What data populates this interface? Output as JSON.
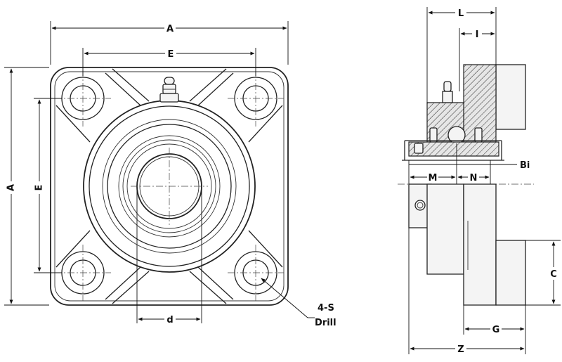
{
  "front_view": {
    "dim_A_width": "A",
    "dim_E_width": "E",
    "dim_A_height": "A",
    "dim_E_height": "E",
    "dim_d_bore": "d",
    "callout_holes": "4-S",
    "callout_drill": "Drill"
  },
  "side_view": {
    "dim_L": "L",
    "dim_I": "I",
    "dim_Bi": "Bi",
    "dim_M": "M",
    "dim_N": "N",
    "dim_C": "C",
    "dim_G": "G",
    "dim_Z": "Z"
  }
}
